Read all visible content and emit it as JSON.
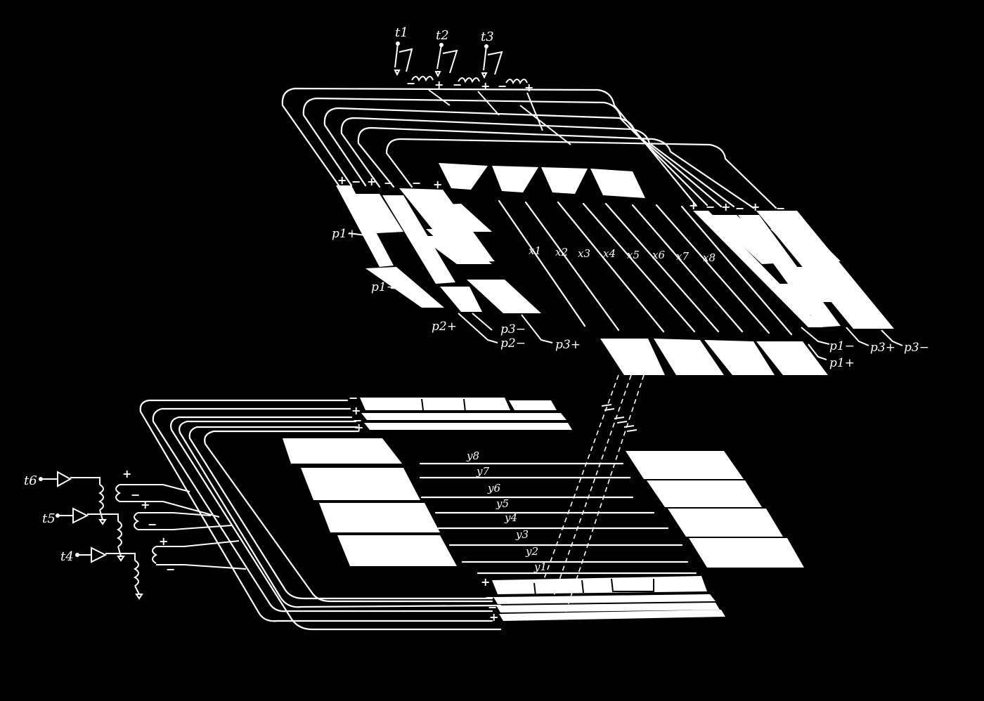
{
  "figure": {
    "upper_plane": {
      "drive_terminals": [
        "t1",
        "t2",
        "t3"
      ],
      "line_labels": [
        "x1",
        "x2",
        "x3",
        "x4",
        "x5",
        "x6",
        "x7",
        "x8"
      ],
      "left_pad_labels": {
        "p1_plus": "p1+",
        "p1_minus": "p1−",
        "p2_plus": "p2+",
        "p2_minus": "p2−",
        "p3_minus": "p3−",
        "p3_plus": "p3+"
      },
      "right_pad_labels": {
        "p1_minus": "p1−",
        "p1_plus": "p1+",
        "p3_plus": "p3+",
        "p3_minus": "p3−"
      }
    },
    "lower_plane": {
      "drive_terminals": [
        "t6",
        "t5",
        "t4"
      ],
      "line_labels": [
        "y8",
        "y7",
        "y6",
        "y5",
        "y4",
        "y3",
        "y2",
        "y1"
      ]
    },
    "polarity_plus": "+",
    "polarity_minus": "−",
    "colors": {
      "background": "#000000",
      "ink": "#ffffff"
    }
  }
}
